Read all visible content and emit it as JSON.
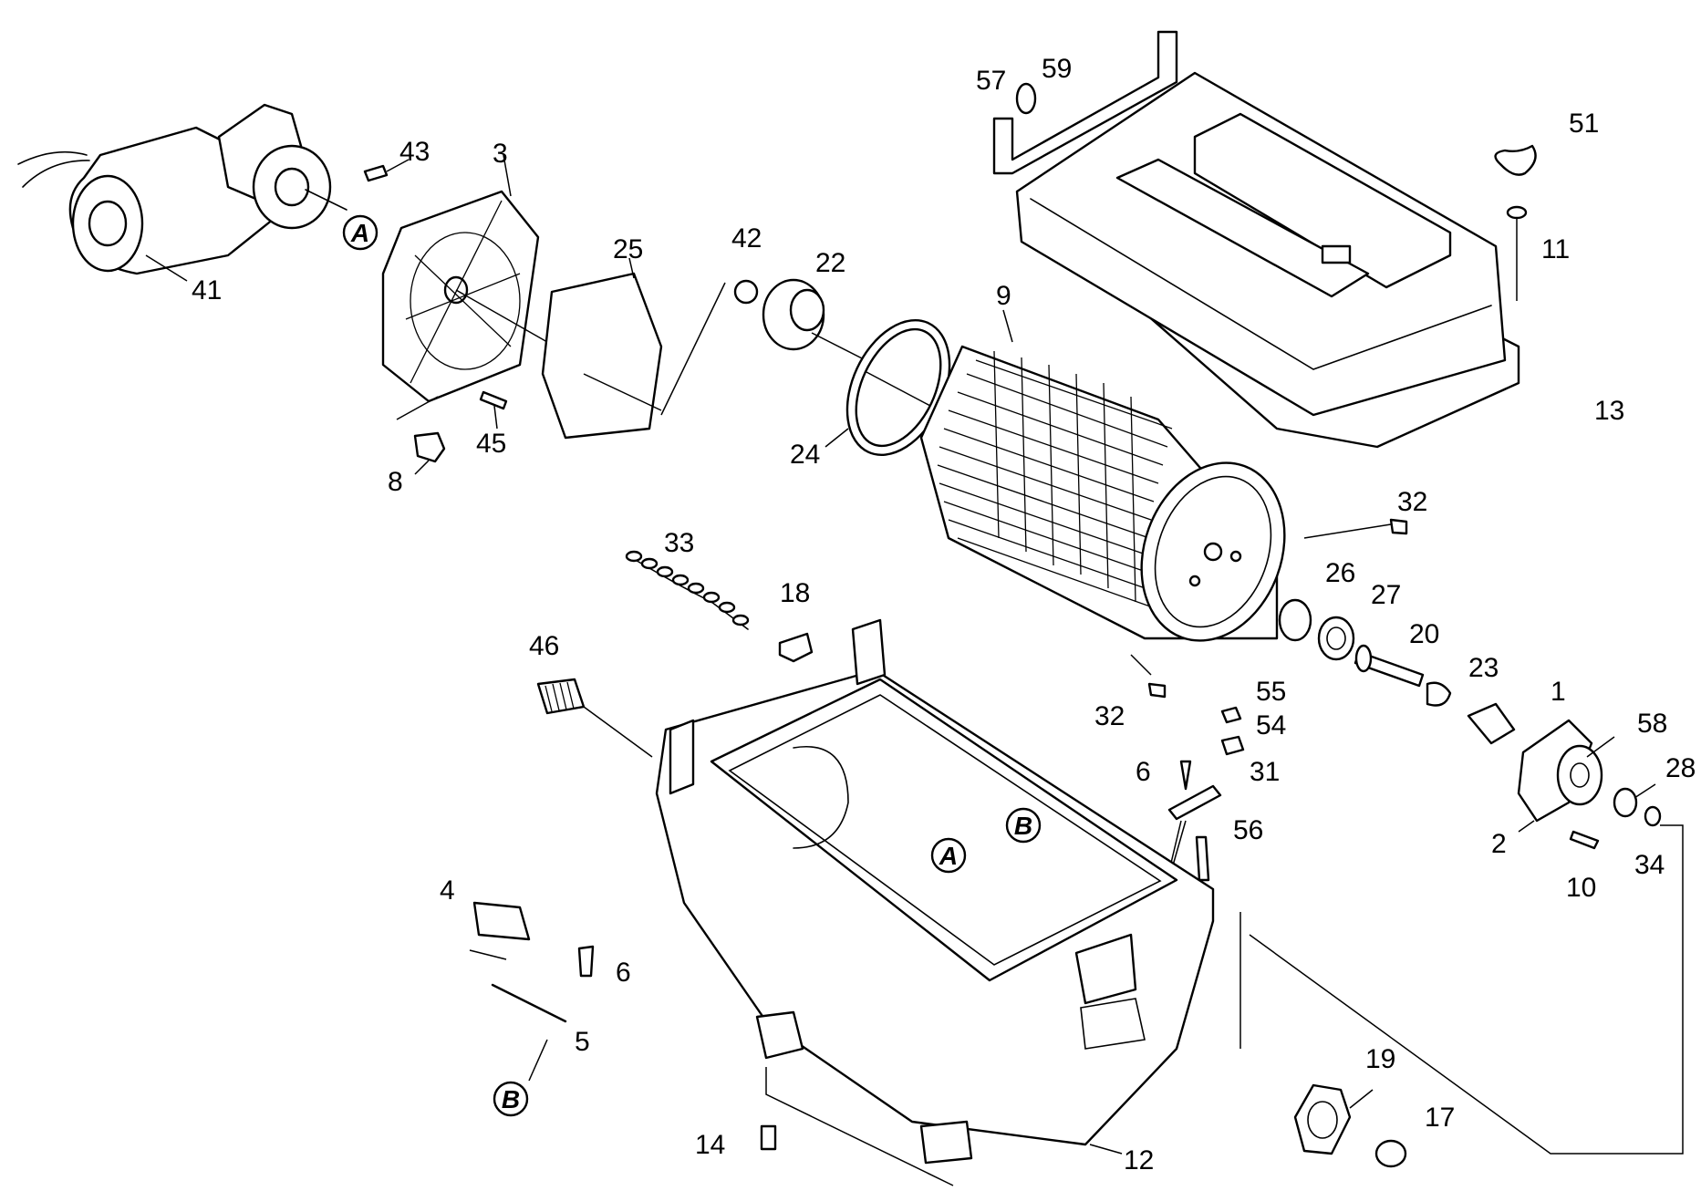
{
  "diagram": {
    "style": "exploded parts drawing, black line art on white",
    "callouts": [
      "57",
      "59",
      "51",
      "11",
      "43",
      "3",
      "41",
      "25",
      "42",
      "22",
      "9",
      "13",
      "24",
      "45",
      "8",
      "32",
      "33",
      "18",
      "26",
      "27",
      "20",
      "46",
      "23",
      "1",
      "58",
      "55",
      "54",
      "6",
      "31",
      "28",
      "2",
      "56",
      "34",
      "10",
      "4",
      "5",
      "19",
      "17",
      "14",
      "12"
    ],
    "reference_marks": [
      "A",
      "B"
    ]
  }
}
